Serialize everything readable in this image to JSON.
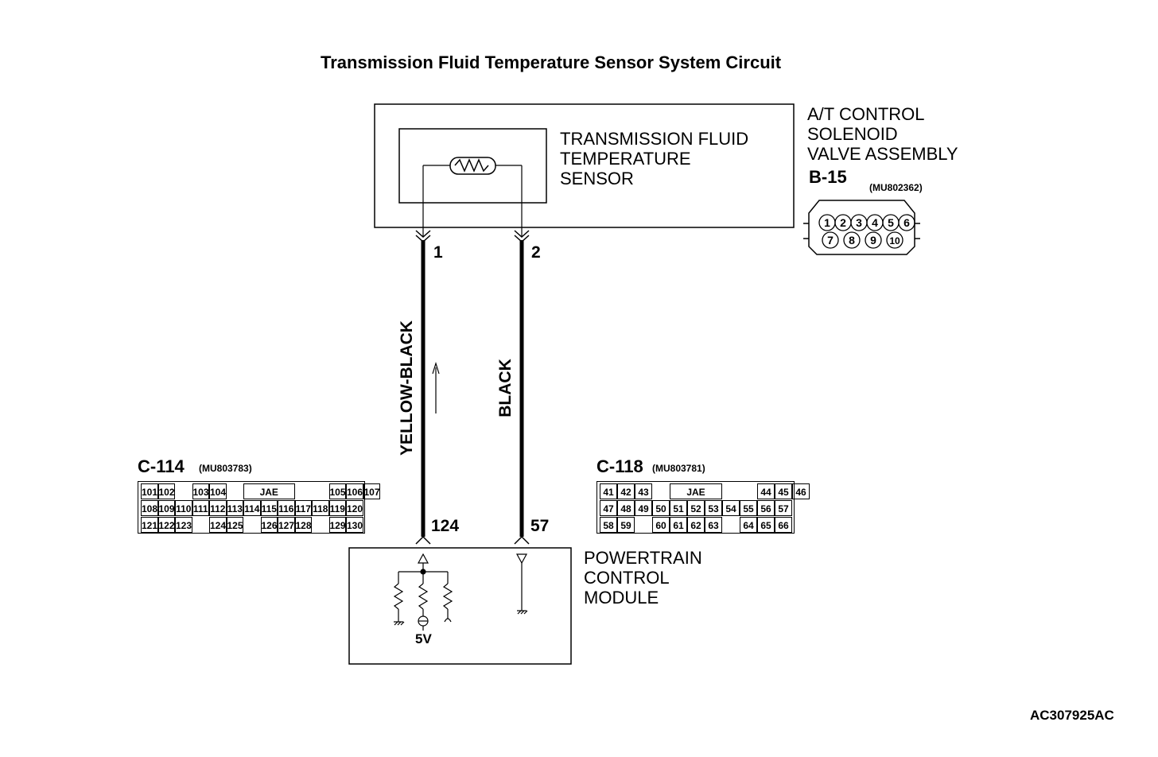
{
  "title": "Transmission Fluid Temperature Sensor System Circuit",
  "sensor_label": [
    "TRANSMISSION FLUID",
    "TEMPERATURE",
    "SENSOR"
  ],
  "assembly_label": [
    "A/T CONTROL",
    "SOLENOID",
    "VALVE ASSEMBLY"
  ],
  "b15": {
    "id": "B-15",
    "part": "(MU802362)",
    "pins_top": [
      "1",
      "2",
      "3",
      "4",
      "5",
      "6"
    ],
    "pins_bottom": [
      "7",
      "8",
      "9",
      "10"
    ]
  },
  "wires": [
    {
      "color": "YELLOW-BLACK",
      "sensor_pin": "1",
      "pcm_pin": "124"
    },
    {
      "color": "BLACK",
      "sensor_pin": "2",
      "pcm_pin": "57"
    }
  ],
  "c114": {
    "id": "C-114",
    "part": "(MU803783)",
    "rows": [
      [
        "101",
        "102",
        "",
        "103",
        "104",
        "",
        "JAE",
        "",
        "",
        "105",
        "106",
        "107"
      ],
      [
        "108",
        "109",
        "110",
        "111",
        "112",
        "113",
        "114",
        "115",
        "116",
        "117",
        "118",
        "119",
        "120"
      ],
      [
        "121",
        "122",
        "123",
        "",
        "124",
        "125",
        "",
        "126",
        "127",
        "128",
        "",
        "129",
        "130"
      ]
    ]
  },
  "c118": {
    "id": "C-118",
    "part": "(MU803781)",
    "rows": [
      [
        "41",
        "42",
        "43",
        "",
        "JAE",
        "",
        "",
        "44",
        "45",
        "46"
      ],
      [
        "47",
        "48",
        "49",
        "50",
        "51",
        "52",
        "53",
        "54",
        "55",
        "56",
        "57"
      ],
      [
        "58",
        "59",
        "",
        "60",
        "61",
        "62",
        "63",
        "",
        "64",
        "65",
        "66"
      ]
    ]
  },
  "pcm_label": [
    "POWERTRAIN",
    "CONTROL",
    "MODULE"
  ],
  "voltage": "5V",
  "figure_code": "AC307925AC"
}
